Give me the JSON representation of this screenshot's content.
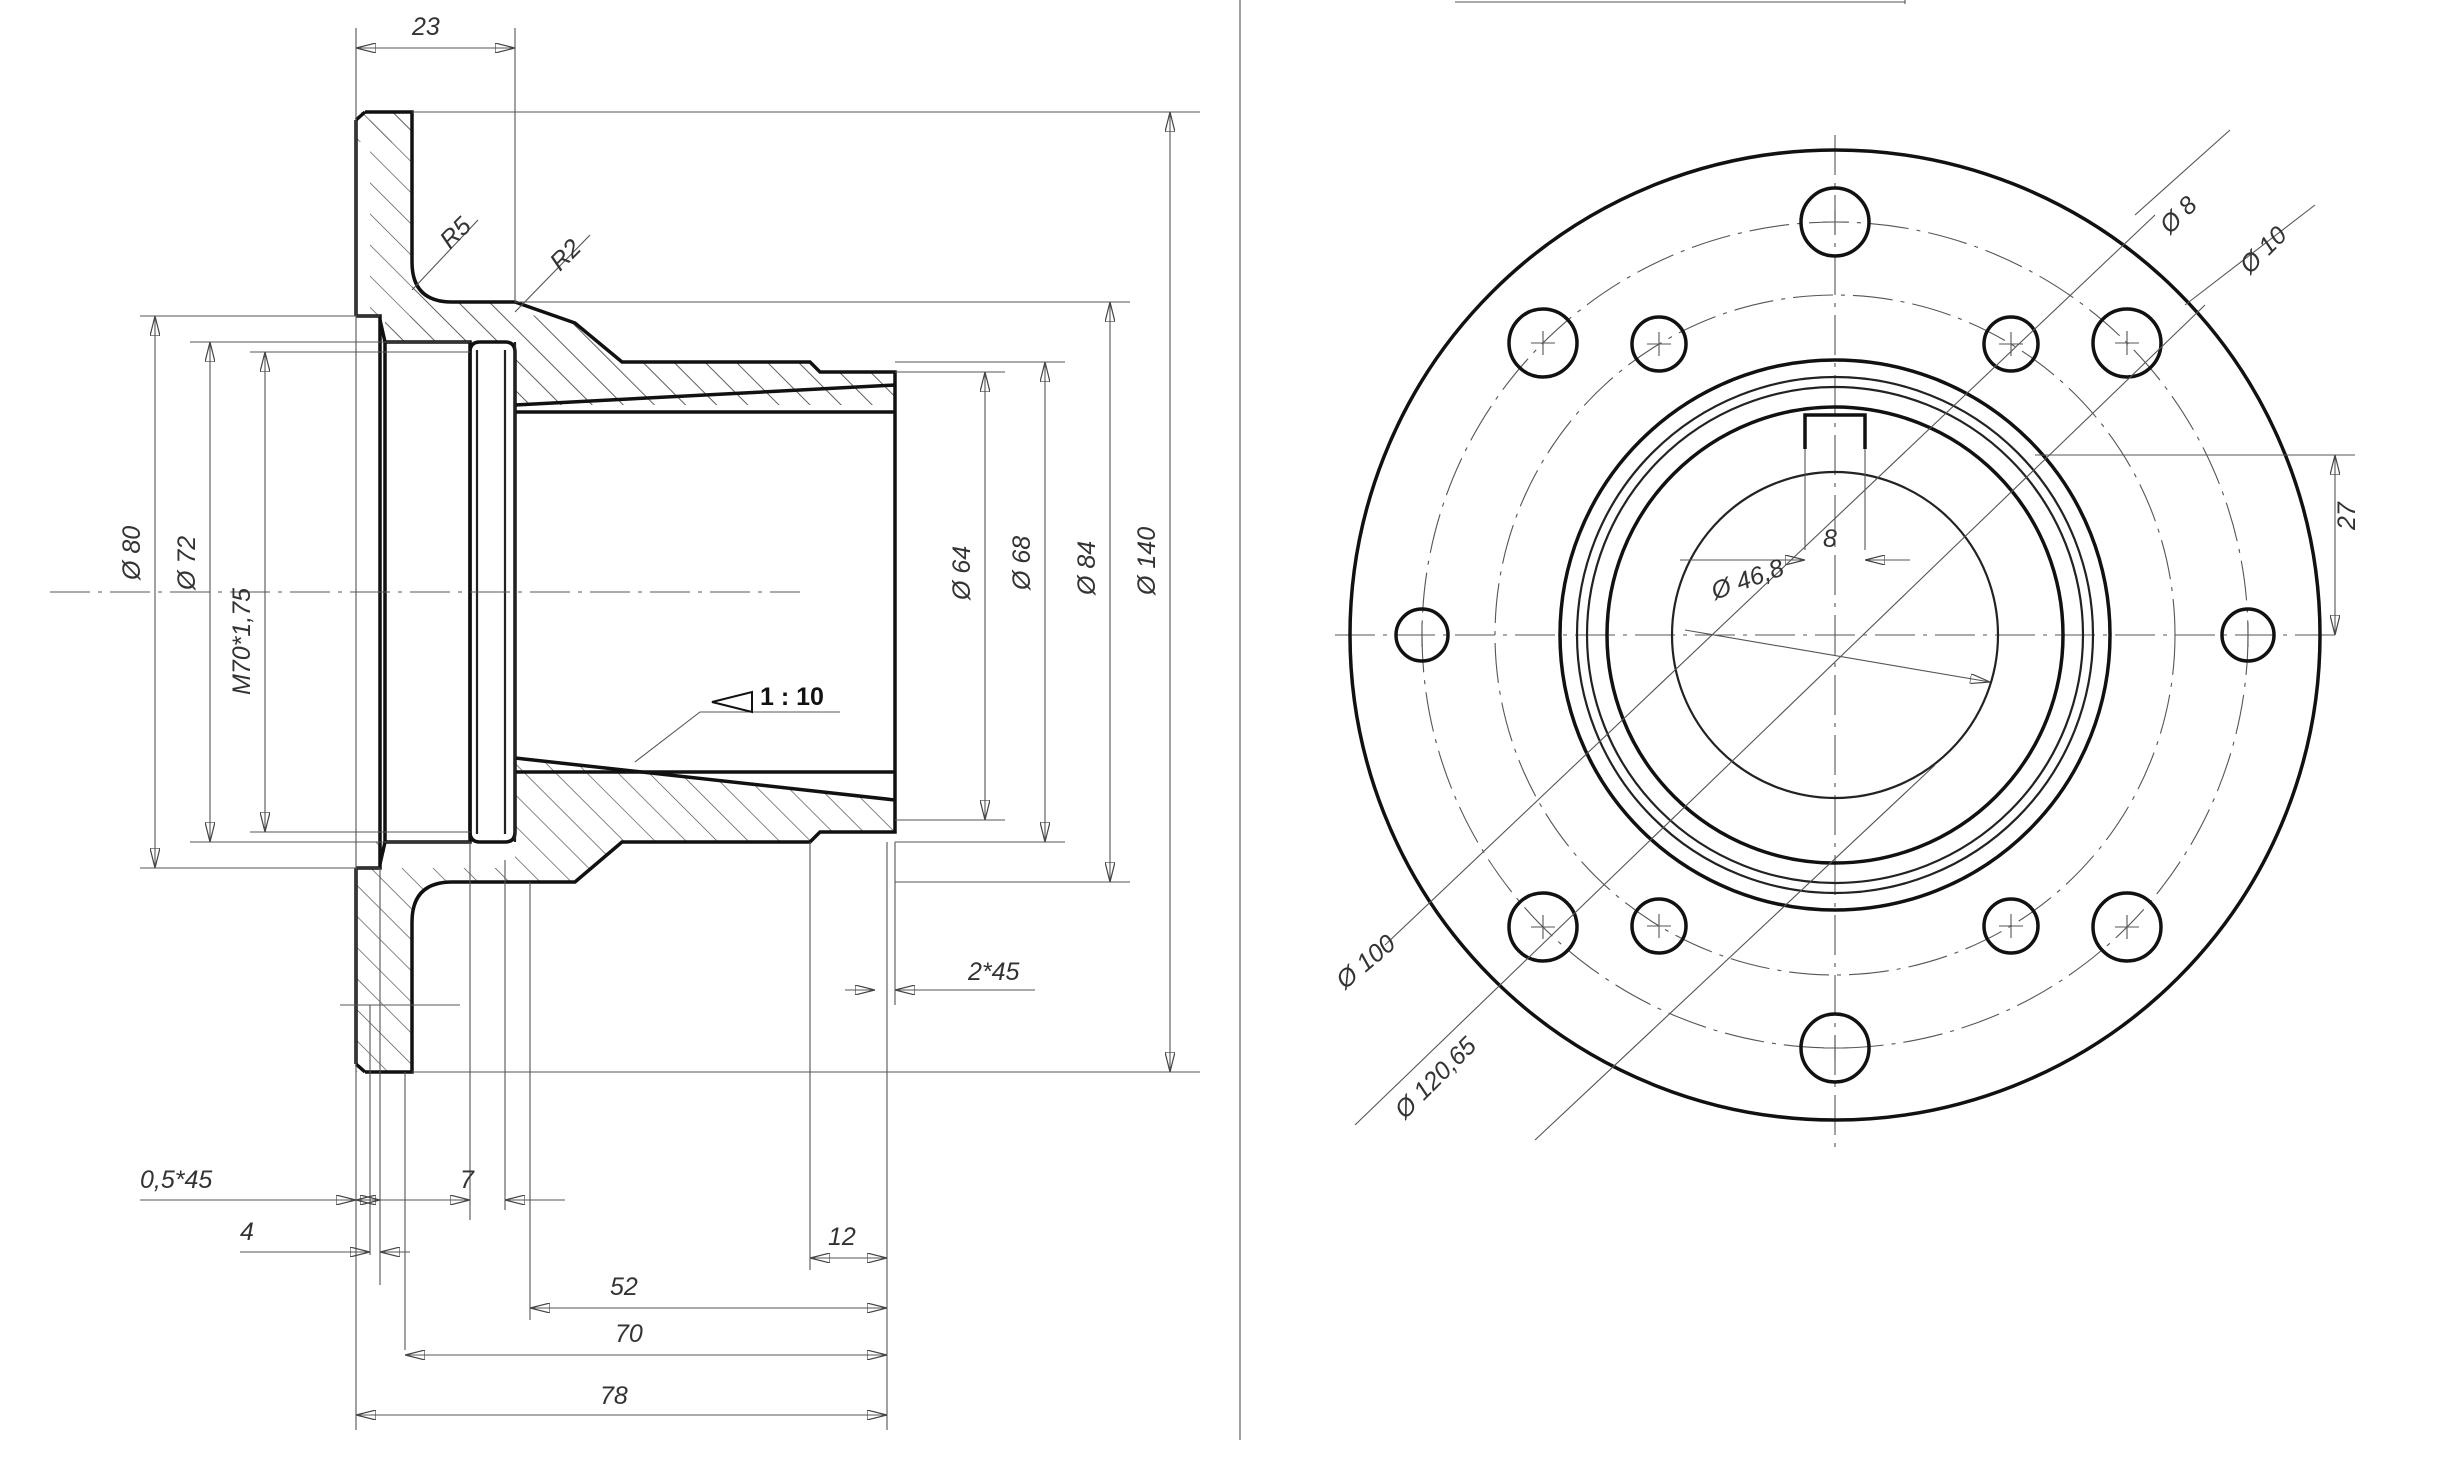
{
  "dimensions": {
    "top_width": "23",
    "r5": "R5",
    "r2": "R2",
    "d80": "Ø 80",
    "d72": "Ø 72",
    "thread": "M70*1,75",
    "d64": "Ø 64",
    "d68": "Ø 68",
    "d84": "Ø 84",
    "d140": "Ø 140",
    "taper": "1 : 10",
    "chamfer_right": "2*45",
    "chamfer_left": "0,5*45",
    "d7": "7",
    "d4": "4",
    "d12": "12",
    "d52": "52",
    "d70": "70",
    "d78": "78",
    "hole8": "Ø 8",
    "hole10": "Ø 10",
    "key8": "8",
    "key27": "27",
    "bore": "Ø 46,8",
    "pcd100": "Ø 100",
    "pcd120": "Ø 120,65"
  }
}
